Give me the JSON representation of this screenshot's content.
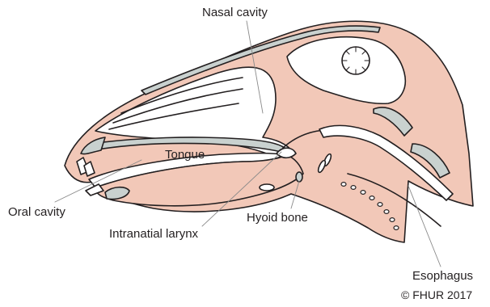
{
  "labels": {
    "nasal_cavity": "Nasal cavity",
    "tongue": "Tongue",
    "oral_cavity": "Oral cavity",
    "intranatial_larynx": "Intranatial larynx",
    "hyoid_bone": "Hyoid bone",
    "esophagus": "Esophagus"
  },
  "copyright": "© FHUR 2017",
  "colors": {
    "tissue": "#f2c8b8",
    "bone": "#c9d1cf",
    "outline": "#231f20",
    "leader": "#8a8a8a"
  }
}
